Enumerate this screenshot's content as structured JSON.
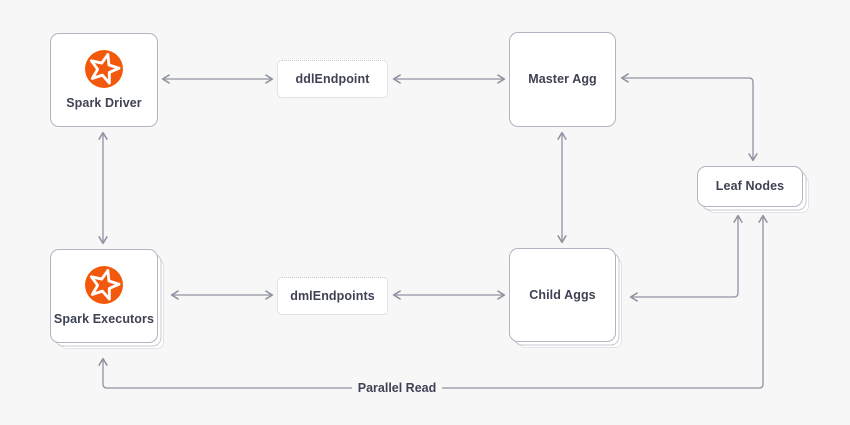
{
  "nodes": {
    "spark_driver": {
      "label": "Spark Driver"
    },
    "spark_executors": {
      "label": "Spark Executors"
    },
    "ddl_endpoint": {
      "label": "ddlEndpoint"
    },
    "dml_endpoints": {
      "label": "dmlEndpoints"
    },
    "master_agg": {
      "label": "Master Agg"
    },
    "child_aggs": {
      "label": "Child Aggs"
    },
    "leaf_nodes": {
      "label": "Leaf Nodes"
    }
  },
  "labels": {
    "parallel_read": "Parallel Read"
  },
  "icons": {
    "spark_driver_icon": "spark-star-icon",
    "spark_executors_icon": "spark-star-icon"
  },
  "edges": [
    {
      "from": "spark_driver",
      "to": "ddl_endpoint",
      "direction": "bidirectional"
    },
    {
      "from": "ddl_endpoint",
      "to": "master_agg",
      "direction": "bidirectional"
    },
    {
      "from": "master_agg",
      "to": "leaf_nodes",
      "direction": "bidirectional"
    },
    {
      "from": "spark_driver",
      "to": "spark_executors",
      "direction": "bidirectional"
    },
    {
      "from": "master_agg",
      "to": "child_aggs",
      "direction": "bidirectional"
    },
    {
      "from": "spark_executors",
      "to": "dml_endpoints",
      "direction": "bidirectional"
    },
    {
      "from": "dml_endpoints",
      "to": "child_aggs",
      "direction": "bidirectional"
    },
    {
      "from": "child_aggs",
      "to": "leaf_nodes",
      "direction": "bidirectional"
    },
    {
      "from": "spark_executors",
      "to": "leaf_nodes",
      "direction": "bidirectional",
      "label": "Parallel Read"
    }
  ],
  "colors": {
    "background": "#f7f7f8",
    "node_fill": "#ffffff",
    "node_border": "#b2b4c1",
    "stack_border": "#c6c8d2",
    "stack_border_light": "#e2e3e9",
    "dotted_border": "#c5c7d2",
    "line": "#8f92a1",
    "text": "#3f4254",
    "accent_orange": "#f2590c",
    "star": "#ffffff"
  }
}
